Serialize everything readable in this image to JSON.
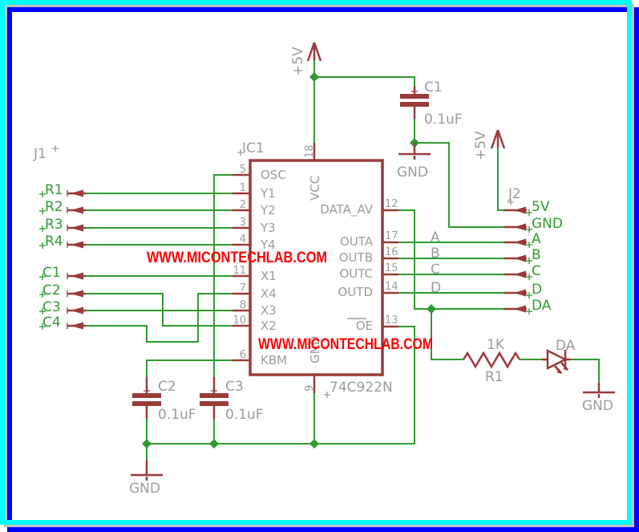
{
  "schematic": {
    "ic1": {
      "ref": "IC1",
      "part": "74C922N",
      "pins_left": [
        {
          "num": "5",
          "name": "OSC"
        },
        {
          "num": "1",
          "name": "Y1"
        },
        {
          "num": "2",
          "name": "Y2"
        },
        {
          "num": "3",
          "name": "Y3"
        },
        {
          "num": "4",
          "name": "Y4"
        },
        {
          "num": "11",
          "name": "X1"
        },
        {
          "num": "7",
          "name": "X4"
        },
        {
          "num": "8",
          "name": "X3"
        },
        {
          "num": "10",
          "name": "X2"
        },
        {
          "num": "6",
          "name": "KBM"
        }
      ],
      "pins_right": [
        {
          "num": "12",
          "name": "DATA_AV"
        },
        {
          "num": "17",
          "name": "OUTA"
        },
        {
          "num": "16",
          "name": "OUTB"
        },
        {
          "num": "15",
          "name": "OUTC"
        },
        {
          "num": "14",
          "name": "OUTD"
        },
        {
          "num": "13",
          "name": "OE"
        }
      ],
      "pin_top": {
        "num": "18",
        "name": "VCC"
      },
      "pin_bottom": {
        "num": "9",
        "name": "GND"
      }
    },
    "j1": {
      "ref": "J1",
      "pins": [
        "R1",
        "R2",
        "R3",
        "R4",
        "C1",
        "C2",
        "C3",
        "C4"
      ]
    },
    "j2": {
      "ref": "J2",
      "pins": [
        "5V",
        "GND",
        "A",
        "B",
        "C",
        "D",
        "DA"
      ]
    },
    "c1": {
      "ref": "C1",
      "value": "0.1uF"
    },
    "c2": {
      "ref": "C2",
      "value": "0.1uF"
    },
    "c3": {
      "ref": "C3",
      "value": "0.1uF"
    },
    "r1": {
      "ref": "R1",
      "value": "1K"
    },
    "led1": {
      "ref": "DA"
    },
    "supply_labels": {
      "plus5v": "+5V",
      "gnd": "GND"
    },
    "net_labels": {
      "a": "A",
      "b": "B",
      "c": "C",
      "d": "D"
    },
    "watermark": "WWW.MICONTECHLAB.COM"
  },
  "colors": {
    "wire_green": "#2E9B2E",
    "part_red": "#993B3B",
    "label_gray": "#9C9C9C",
    "watermark_red": "#FF0000",
    "frame_blue": "#0000FF",
    "frame_cyan": "#00FFFF",
    "frame_gray": "#C0C0C0",
    "background": "#FFFFFF"
  }
}
